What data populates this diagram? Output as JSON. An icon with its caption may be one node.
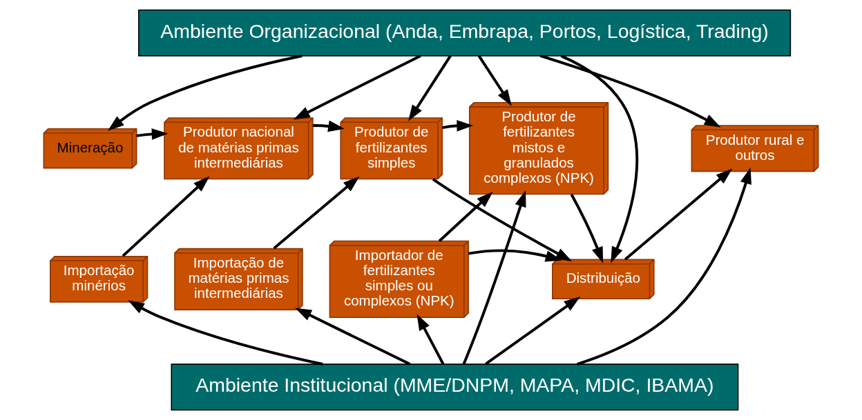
{
  "diagram": {
    "nodes": [
      {
        "text": [
          "Ambiente Organizacional (Anda, Embrapa, Portos, Logística, Trading)"
        ]
      },
      {
        "text": [
          "Mineração"
        ]
      },
      {
        "text": [
          "Importação minérios"
        ]
      },
      {
        "text": [
          "Produtor nacional de matérias primas intermediárias"
        ]
      },
      {
        "text": [
          "Importação de matérias primas intermediárias"
        ]
      },
      {
        "text": [
          "Produtor de fertilizantes simples"
        ]
      },
      {
        "text": [
          "Importador de fertilizantes simples ou complexos (NPK)"
        ]
      },
      {
        "text": [
          "Produtor de fertilizantes mistos e granulados complexos (NPK)"
        ]
      },
      {
        "text": [
          "Distribuição"
        ]
      },
      {
        "text": [
          "Produtor rural e outros"
        ]
      },
      {
        "text": [
          "Ambiente Institucional (MME/DNPM, MAPA, MDIC, IBAMA)"
        ]
      }
    ],
    "edges": [
      {
        "from": 0,
        "to": 1,
        "arrow": "to"
      },
      {
        "from": 0,
        "to": 3,
        "arrow": "to"
      },
      {
        "from": 0,
        "to": 5,
        "arrow": "to"
      },
      {
        "from": 0,
        "to": 7,
        "arrow": "to"
      },
      {
        "from": 0,
        "to": 8,
        "arrow": "to"
      },
      {
        "from": 0,
        "to": 9,
        "arrow": "to"
      },
      {
        "from": 1,
        "to": 3,
        "arrow": "to"
      },
      {
        "from": 2,
        "to": 3,
        "arrow": "to"
      },
      {
        "from": 3,
        "to": 5,
        "arrow": "to"
      },
      {
        "from": 4,
        "to": 5,
        "arrow": "to"
      },
      {
        "from": 5,
        "to": 7,
        "arrow": "to"
      },
      {
        "from": 5,
        "to": 8,
        "arrow": "to"
      },
      {
        "from": 7,
        "to": 8,
        "arrow": "to"
      },
      {
        "from": 6,
        "to": 7,
        "arrow": "to"
      },
      {
        "from": 6,
        "to": 8,
        "arrow": "to"
      },
      {
        "from": 8,
        "to": 9,
        "arrow": "to"
      },
      {
        "from": 10,
        "to": 2,
        "arrow": "to"
      },
      {
        "from": 10,
        "to": 4,
        "arrow": "to"
      },
      {
        "from": 10,
        "to": 6,
        "arrow": "to"
      },
      {
        "from": 10,
        "to": 7,
        "arrow": "to"
      },
      {
        "from": 10,
        "to": 8,
        "arrow": "to"
      },
      {
        "from": 10,
        "to": 9,
        "arrow": "to"
      }
    ]
  }
}
